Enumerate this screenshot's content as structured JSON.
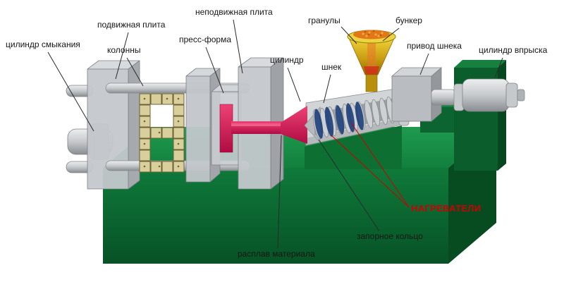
{
  "diagram": {
    "subject": "Схема термопластавтомата (машина литья под давлением) с подписями узлов",
    "labels": [
      {
        "id": "clamping-cylinder",
        "text": "цилиндр смыкания"
      },
      {
        "id": "movable-platen",
        "text": "подвижная плита"
      },
      {
        "id": "columns",
        "text": "колонны"
      },
      {
        "id": "fixed-platen",
        "text": "неподвижная плита"
      },
      {
        "id": "mold",
        "text": "пресс-форма"
      },
      {
        "id": "cylinder",
        "text": "цилиндр"
      },
      {
        "id": "granules",
        "text": "гранулы"
      },
      {
        "id": "hopper",
        "text": "бункер"
      },
      {
        "id": "screw",
        "text": "шнек"
      },
      {
        "id": "screw-drive",
        "text": "привод шнека"
      },
      {
        "id": "injection-cylinder",
        "text": "цилиндр впрыска"
      },
      {
        "id": "heaters",
        "text": "НАГРЕВАТЕЛИ"
      },
      {
        "id": "check-ring",
        "text": "запорное кольцо"
      },
      {
        "id": "melt",
        "text": "расплав материала"
      }
    ],
    "colors": {
      "background": "#ffffff",
      "base_green_front": "#0c6e33",
      "base_green_top": "#1a9149",
      "metal_gray": "#c4c8cc",
      "toggle_tan": "#d9cf9a",
      "melt_red": "#cf1050",
      "heater_blue": "#21427c",
      "hopper_yellow": "#e6c41f",
      "granules_orange": "#e07818",
      "label_color": "#161616",
      "heaters_label_color": "#cf0000",
      "leader_line": "#2a2a2a"
    }
  }
}
